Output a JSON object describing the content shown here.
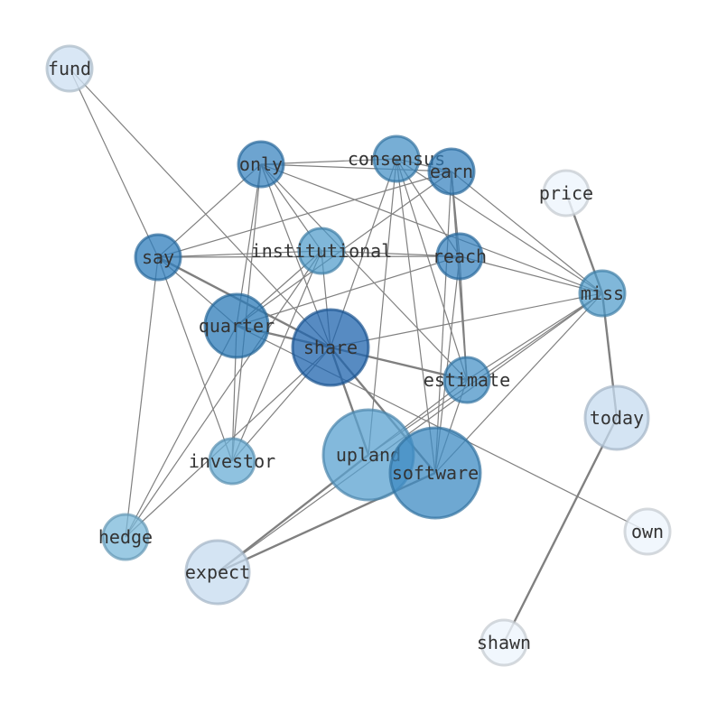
{
  "graph": {
    "nodes": [
      {
        "id": "fund",
        "label": "fund",
        "fill": "#cfe1f2",
        "opacity": 0.8
      },
      {
        "id": "only",
        "label": "only",
        "fill": "#2f7ebc",
        "opacity": 0.7
      },
      {
        "id": "consensus",
        "label": "consensus",
        "fill": "#3d8bc3",
        "opacity": 0.7
      },
      {
        "id": "earn",
        "label": "earn",
        "fill": "#2f7ebc",
        "opacity": 0.7
      },
      {
        "id": "price",
        "label": "price",
        "fill": "#eef5fc",
        "opacity": 0.8
      },
      {
        "id": "say",
        "label": "say",
        "fill": "#2f7ebc",
        "opacity": 0.75
      },
      {
        "id": "institutional",
        "label": "institutional",
        "fill": "#4a98c9",
        "opacity": 0.7
      },
      {
        "id": "reach",
        "label": "reach",
        "fill": "#2f7ebc",
        "opacity": 0.7
      },
      {
        "id": "miss",
        "label": "miss",
        "fill": "#4a98c9",
        "opacity": 0.7
      },
      {
        "id": "quarter",
        "label": "quarter",
        "fill": "#2c7bb8",
        "opacity": 0.75
      },
      {
        "id": "share",
        "label": "share",
        "fill": "#1f64ad",
        "opacity": 0.75
      },
      {
        "id": "estimate",
        "label": "estimate",
        "fill": "#3d8bc3",
        "opacity": 0.7
      },
      {
        "id": "today",
        "label": "today",
        "fill": "#c6dbef",
        "opacity": 0.75
      },
      {
        "id": "upland",
        "label": "upland",
        "fill": "#5aa2d0",
        "opacity": 0.75
      },
      {
        "id": "software",
        "label": "software",
        "fill": "#3d8bc3",
        "opacity": 0.75
      },
      {
        "id": "investor",
        "label": "investor",
        "fill": "#6aaed6",
        "opacity": 0.75
      },
      {
        "id": "hedge",
        "label": "hedge",
        "fill": "#7ab8da",
        "opacity": 0.75
      },
      {
        "id": "own",
        "label": "own",
        "fill": "#eef5fc",
        "opacity": 0.8
      },
      {
        "id": "expect",
        "label": "expect",
        "fill": "#c6dbef",
        "opacity": 0.75
      },
      {
        "id": "shawn",
        "label": "shawn",
        "fill": "#eef5fc",
        "opacity": 0.8
      }
    ],
    "edges": [
      {
        "source": "fund",
        "target": "say",
        "weight": 1
      },
      {
        "source": "fund",
        "target": "share",
        "weight": 1
      },
      {
        "source": "only",
        "target": "consensus",
        "weight": 1
      },
      {
        "source": "only",
        "target": "earn",
        "weight": 1
      },
      {
        "source": "only",
        "target": "say",
        "weight": 1
      },
      {
        "source": "only",
        "target": "quarter",
        "weight": 1
      },
      {
        "source": "only",
        "target": "investor",
        "weight": 1
      },
      {
        "source": "only",
        "target": "share",
        "weight": 1
      },
      {
        "source": "only",
        "target": "institutional",
        "weight": 1
      },
      {
        "source": "only",
        "target": "estimate",
        "weight": 1
      },
      {
        "source": "only",
        "target": "miss",
        "weight": 1
      },
      {
        "source": "consensus",
        "target": "earn",
        "weight": 1
      },
      {
        "source": "consensus",
        "target": "share",
        "weight": 1
      },
      {
        "source": "consensus",
        "target": "upland",
        "weight": 1
      },
      {
        "source": "consensus",
        "target": "software",
        "weight": 1
      },
      {
        "source": "consensus",
        "target": "estimate",
        "weight": 1
      },
      {
        "source": "consensus",
        "target": "reach",
        "weight": 1
      },
      {
        "source": "consensus",
        "target": "miss",
        "weight": 1
      },
      {
        "source": "earn",
        "target": "say",
        "weight": 1
      },
      {
        "source": "earn",
        "target": "quarter",
        "weight": 1
      },
      {
        "source": "earn",
        "target": "reach",
        "weight": 1
      },
      {
        "source": "earn",
        "target": "estimate",
        "weight": 1.5
      },
      {
        "source": "earn",
        "target": "software",
        "weight": 1
      },
      {
        "source": "earn",
        "target": "miss",
        "weight": 1
      },
      {
        "source": "say",
        "target": "reach",
        "weight": 1
      },
      {
        "source": "say",
        "target": "share",
        "weight": 2
      },
      {
        "source": "say",
        "target": "quarter",
        "weight": 1
      },
      {
        "source": "say",
        "target": "investor",
        "weight": 1
      },
      {
        "source": "say",
        "target": "hedge",
        "weight": 1
      },
      {
        "source": "say",
        "target": "institutional",
        "weight": 1
      },
      {
        "source": "institutional",
        "target": "reach",
        "weight": 1
      },
      {
        "source": "institutional",
        "target": "investor",
        "weight": 1
      },
      {
        "source": "institutional",
        "target": "hedge",
        "weight": 1
      },
      {
        "source": "institutional",
        "target": "share",
        "weight": 1
      },
      {
        "source": "institutional",
        "target": "quarter",
        "weight": 1
      },
      {
        "source": "reach",
        "target": "miss",
        "weight": 1
      },
      {
        "source": "reach",
        "target": "estimate",
        "weight": 1
      },
      {
        "source": "reach",
        "target": "quarter",
        "weight": 1
      },
      {
        "source": "reach",
        "target": "software",
        "weight": 1
      },
      {
        "source": "miss",
        "target": "share",
        "weight": 1
      },
      {
        "source": "miss",
        "target": "estimate",
        "weight": 1
      },
      {
        "source": "miss",
        "target": "upland",
        "weight": 1
      },
      {
        "source": "miss",
        "target": "software",
        "weight": 1
      },
      {
        "source": "miss",
        "target": "expect",
        "weight": 1
      },
      {
        "source": "price",
        "target": "miss",
        "weight": 2
      },
      {
        "source": "miss",
        "target": "today",
        "weight": 2
      },
      {
        "source": "quarter",
        "target": "share",
        "weight": 2
      },
      {
        "source": "quarter",
        "target": "investor",
        "weight": 1
      },
      {
        "source": "quarter",
        "target": "hedge",
        "weight": 1
      },
      {
        "source": "quarter",
        "target": "own",
        "weight": 1
      },
      {
        "source": "share",
        "target": "estimate",
        "weight": 2
      },
      {
        "source": "share",
        "target": "upland",
        "weight": 2
      },
      {
        "source": "share",
        "target": "software",
        "weight": 2
      },
      {
        "source": "share",
        "target": "investor",
        "weight": 1
      },
      {
        "source": "share",
        "target": "hedge",
        "weight": 1
      },
      {
        "source": "estimate",
        "target": "upland",
        "weight": 1
      },
      {
        "source": "estimate",
        "target": "software",
        "weight": 1
      },
      {
        "source": "upland",
        "target": "expect",
        "weight": 2
      },
      {
        "source": "software",
        "target": "expect",
        "weight": 2
      },
      {
        "source": "today",
        "target": "shawn",
        "weight": 2
      }
    ]
  }
}
